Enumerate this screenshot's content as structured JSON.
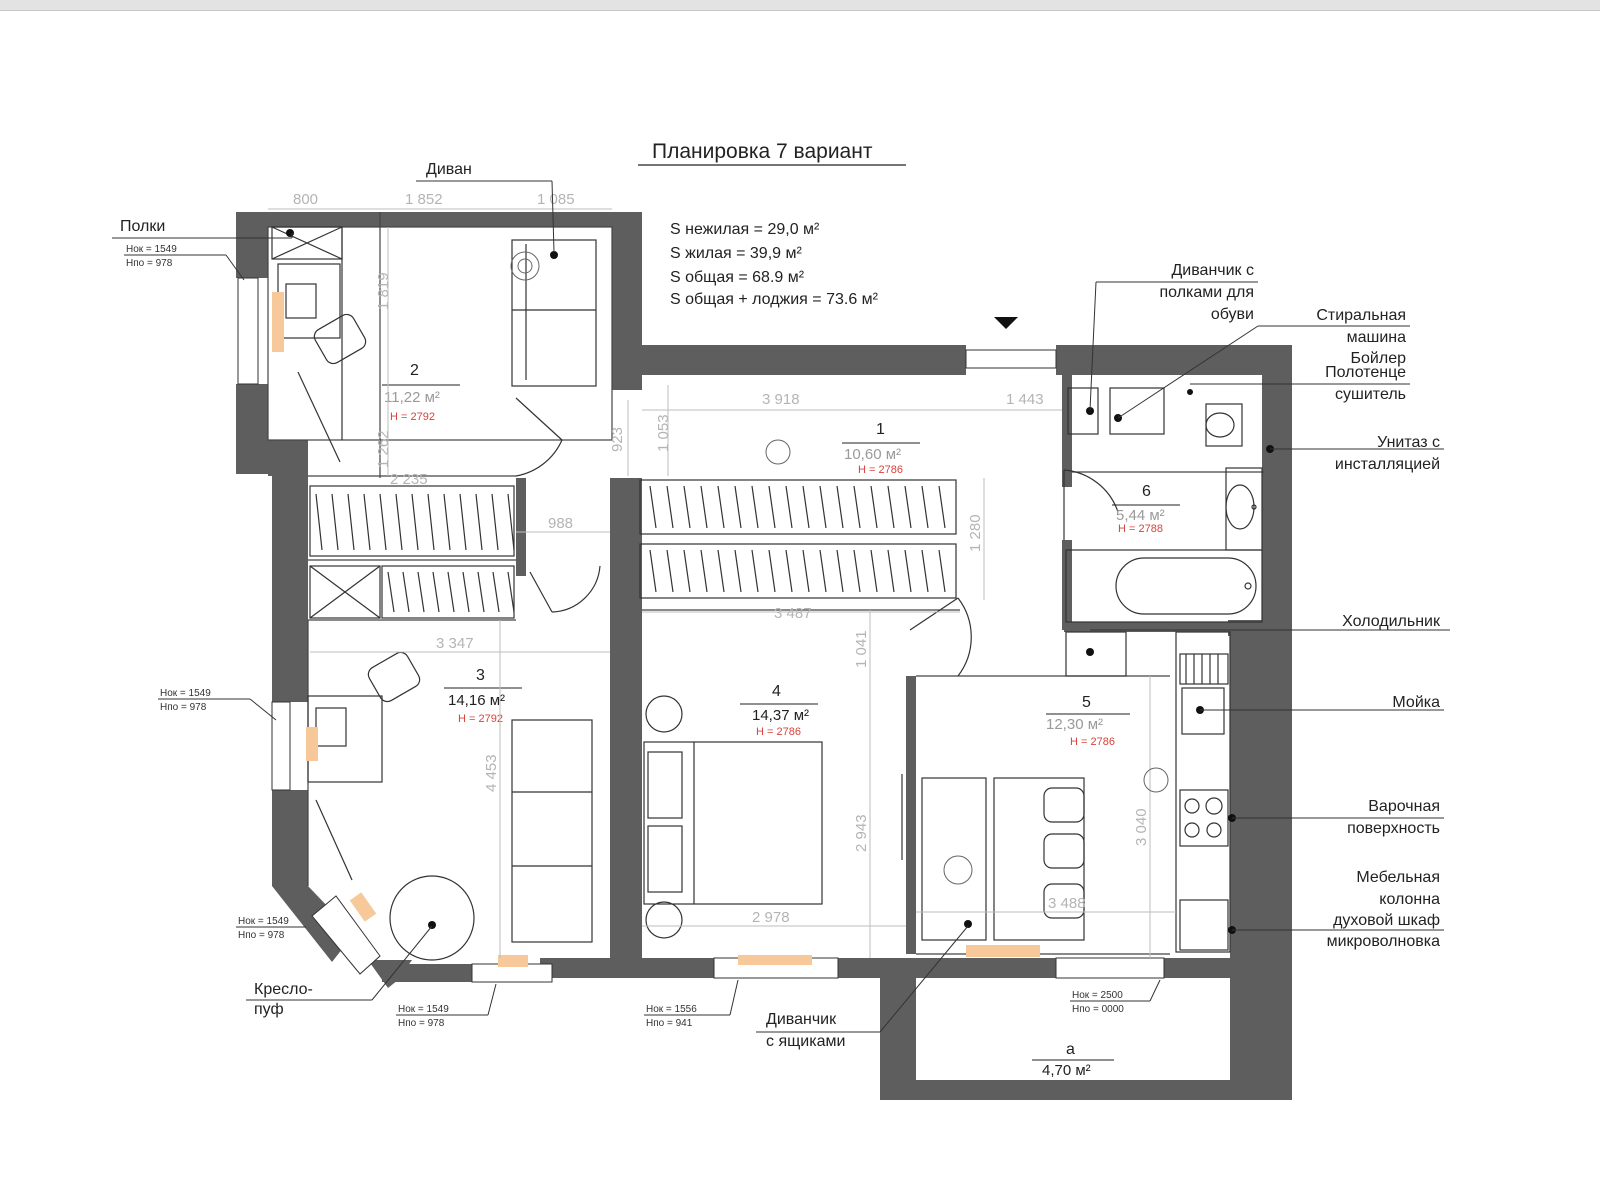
{
  "title": "Планировка 7 вариант",
  "stats": {
    "nonliving": "S нежилая = 29,0 м²",
    "living": "S жилая = 39,9 м²",
    "total": "S общая = 68.9 м²",
    "total_loggia": "S общая + лоджия = 73.6 м²"
  },
  "rooms": {
    "r1": {
      "num": "1",
      "area": "10,60 м²",
      "h": "H = 2786"
    },
    "r2": {
      "num": "2",
      "area": "11,22 м²",
      "h": "H = 2792"
    },
    "r3": {
      "num": "3",
      "area": "14,16 м²",
      "h": "H = 2792"
    },
    "r4": {
      "num": "4",
      "area": "14,37 м²",
      "h": "H = 2786"
    },
    "r5": {
      "num": "5",
      "area": "12,30 м²",
      "h": "H = 2786"
    },
    "r6": {
      "num": "6",
      "area": "5,44 м²",
      "h": "H = 2788"
    },
    "ra": {
      "num": "а",
      "area": "4,70 м²"
    }
  },
  "dims": {
    "d800": "800",
    "d1852": "1 852",
    "d1085": "1 085",
    "d1819": "1 819",
    "d1262": "1 262",
    "d2235": "2 235",
    "d3918": "3 918",
    "d1443": "1 443",
    "d923": "923",
    "d1053": "1 053",
    "d988": "988",
    "d1280": "1 280",
    "d3487": "3 487",
    "d3347": "3 347",
    "d1041": "1 041",
    "d4453": "4 453",
    "d2943": "2 943",
    "d2978": "2 978",
    "d3040": "3 040",
    "d3488": "3 488"
  },
  "windows": {
    "w1": {
      "nok": "Нок = 1549",
      "npo": "Нпо = 978"
    },
    "w2": {
      "nok": "Нок = 1549",
      "npo": "Нпо = 978"
    },
    "w3": {
      "nok": "Нок = 1549",
      "npo": "Нпо = 978"
    },
    "w4": {
      "nok": "Нок = 1549",
      "npo": "Нпо = 978"
    },
    "w5": {
      "nok": "Нок = 1556",
      "npo": "Нпо = 941"
    },
    "w6": {
      "nok": "Нок = 2500",
      "npo": "Нпо = 0000"
    }
  },
  "callouts": {
    "polki": "Полки",
    "divan": "Диван",
    "kreslo": [
      "Кресло-",
      "пуф"
    ],
    "divanchik_yashchiki": [
      "Диванчик",
      "с ящиками"
    ],
    "divanchik_obuv": [
      "Диванчик с",
      "полками для",
      "обуви"
    ],
    "stiralnaya": [
      "Стиральная",
      "машина",
      "Бойлер"
    ],
    "polotence": [
      "Полотенце",
      "сушитель"
    ],
    "unitaz": [
      "Унитаз с",
      "инсталляцией"
    ],
    "holodilnik": "Холодильник",
    "moyka": "Мойка",
    "varochnaya": [
      "Варочная",
      "поверхность"
    ],
    "mebelnaya": [
      "Мебельная",
      "колонна",
      "духовой шкаф",
      "микроволновка"
    ]
  },
  "colors": {
    "wall": "#5e5e5e",
    "accent": "#f6c89a",
    "height_text": "#d9433c"
  }
}
